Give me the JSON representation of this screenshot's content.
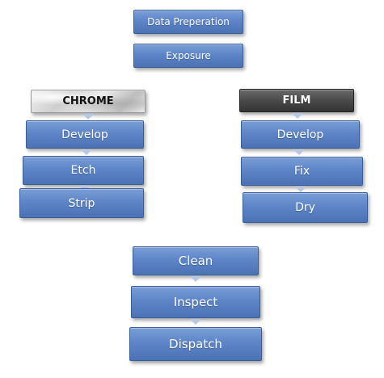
{
  "colors": {
    "step_fill": "#5d85c7",
    "step_border": "#3a5e98",
    "arrow": "#b8c7e2",
    "chrome_header": "#d9d9d9",
    "film_header": "#474747"
  },
  "top_flow": {
    "steps": [
      "Data Preperation",
      "Exposure"
    ]
  },
  "chrome_branch": {
    "header": "CHROME",
    "steps": [
      "Develop",
      "Etch",
      "Strip"
    ]
  },
  "film_branch": {
    "header": "FILM",
    "steps": [
      "Develop",
      "Fix",
      "Dry"
    ]
  },
  "bottom_flow": {
    "steps": [
      "Clean",
      "Inspect",
      "Dispatch"
    ]
  }
}
